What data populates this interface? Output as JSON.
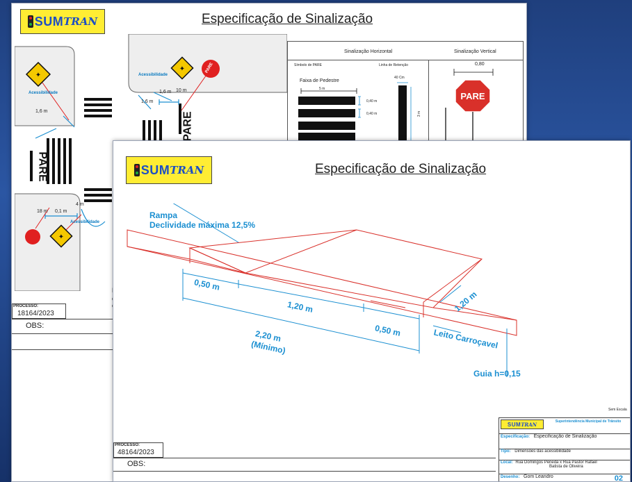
{
  "logo": {
    "part1": "SUM",
    "part2": "TRAN"
  },
  "back_sheet": {
    "title": "Especificação de Sinalização",
    "panel": {
      "horizontal_header": "Sinalização Horizontal",
      "vertical_header": "Sinalização Vertical",
      "simbolo_pare": "Símbolo de PARE",
      "linha_retencao": "Linha de Retenção",
      "faixa_pedestre": "Faixa de Pedestre",
      "width_5m": "5 m",
      "gap_040_1": "0,40 m",
      "gap_040_2": "0,40 m",
      "width_40cm": "40 Cm",
      "length_3m": "3 m",
      "sign_size": "0,80",
      "sign_text": "PARE"
    },
    "map": {
      "acess_1": "Acessibilidade",
      "acess_2": "Acessibilidade",
      "acess_3": "Acessibilidade",
      "dim_16a": "1,6 m",
      "dim_16b": "1,6 m",
      "dim_10": "10 m",
      "dim_16c": "1,6 m",
      "dim_18": "18 m",
      "dim_4": "4 m",
      "dim_01": "0,1 m",
      "road_text_1": "PARE",
      "road_text_2": "PARE",
      "sign_text": "PARE"
    },
    "side_letters": [
      "F",
      "c",
      "e"
    ],
    "process_label": "PROCESSO:",
    "process_number": "18164/2023",
    "obs_label": "OBS:"
  },
  "front_sheet": {
    "title": "Especificação de Sinalização",
    "ramp_label": "Rampa",
    "slope_label": "Declividade máxima 12,5%",
    "dim_050_left": "0,50 m",
    "dim_120_mid": "1,20 m",
    "dim_050_right": "0,50 m",
    "dim_120_depth": "1,20 m",
    "dim_220": "2,20 m",
    "dim_220_note": "(Mínimo)",
    "leito": "Leito Carroçavel",
    "guia": "Guia h=0,15",
    "scale_note": "Sem Escala",
    "process_label": "PROCESSO:",
    "process_number": "48164/2023",
    "obs_label": "OBS:",
    "title_block": {
      "org_name": "Superintendência Municipal de Trânsito",
      "spec_key": "Especificação:",
      "spec_value": "Especificação de Sinalização",
      "type_key": "Tipo:",
      "type_value": "Dimensões das acessibilidade",
      "local_key": "Local:",
      "local_value": "Rua Domingos Peneda x Rua Pastor Rafael",
      "local_value_2": "Batista de Oliveira",
      "drawing_key": "Desenho:",
      "drawing_value": "Gom Leandro",
      "sheet_number": "02"
    }
  },
  "colors": {
    "background": "#2b56a3",
    "accent_cyan": "#1b8fd1",
    "ramp_red": "#d9302a",
    "logo_yellow": "#ffed33",
    "sign_red": "#e02020"
  }
}
